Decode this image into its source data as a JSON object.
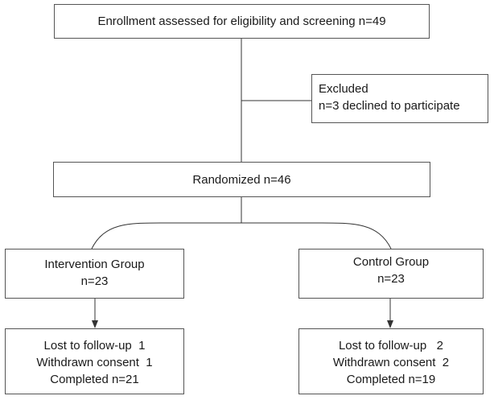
{
  "enrollment": {
    "text": "Enrollment assessed for eligibility and screening n=49"
  },
  "excluded": {
    "title": "Excluded",
    "detail": "n=3 declined to participate"
  },
  "randomized": {
    "text": "Randomized n=46"
  },
  "intervention": {
    "title": "Intervention Group",
    "count": "n=23",
    "lost": "Lost to follow-up  1",
    "withdrawn": "Withdrawn consent  1",
    "completed": "Completed n=21"
  },
  "control": {
    "title": "Control Group",
    "count": "n=23",
    "lost": "Lost to follow-up   2",
    "withdrawn": "Withdrawn consent  2",
    "completed": "Completed n=19"
  }
}
